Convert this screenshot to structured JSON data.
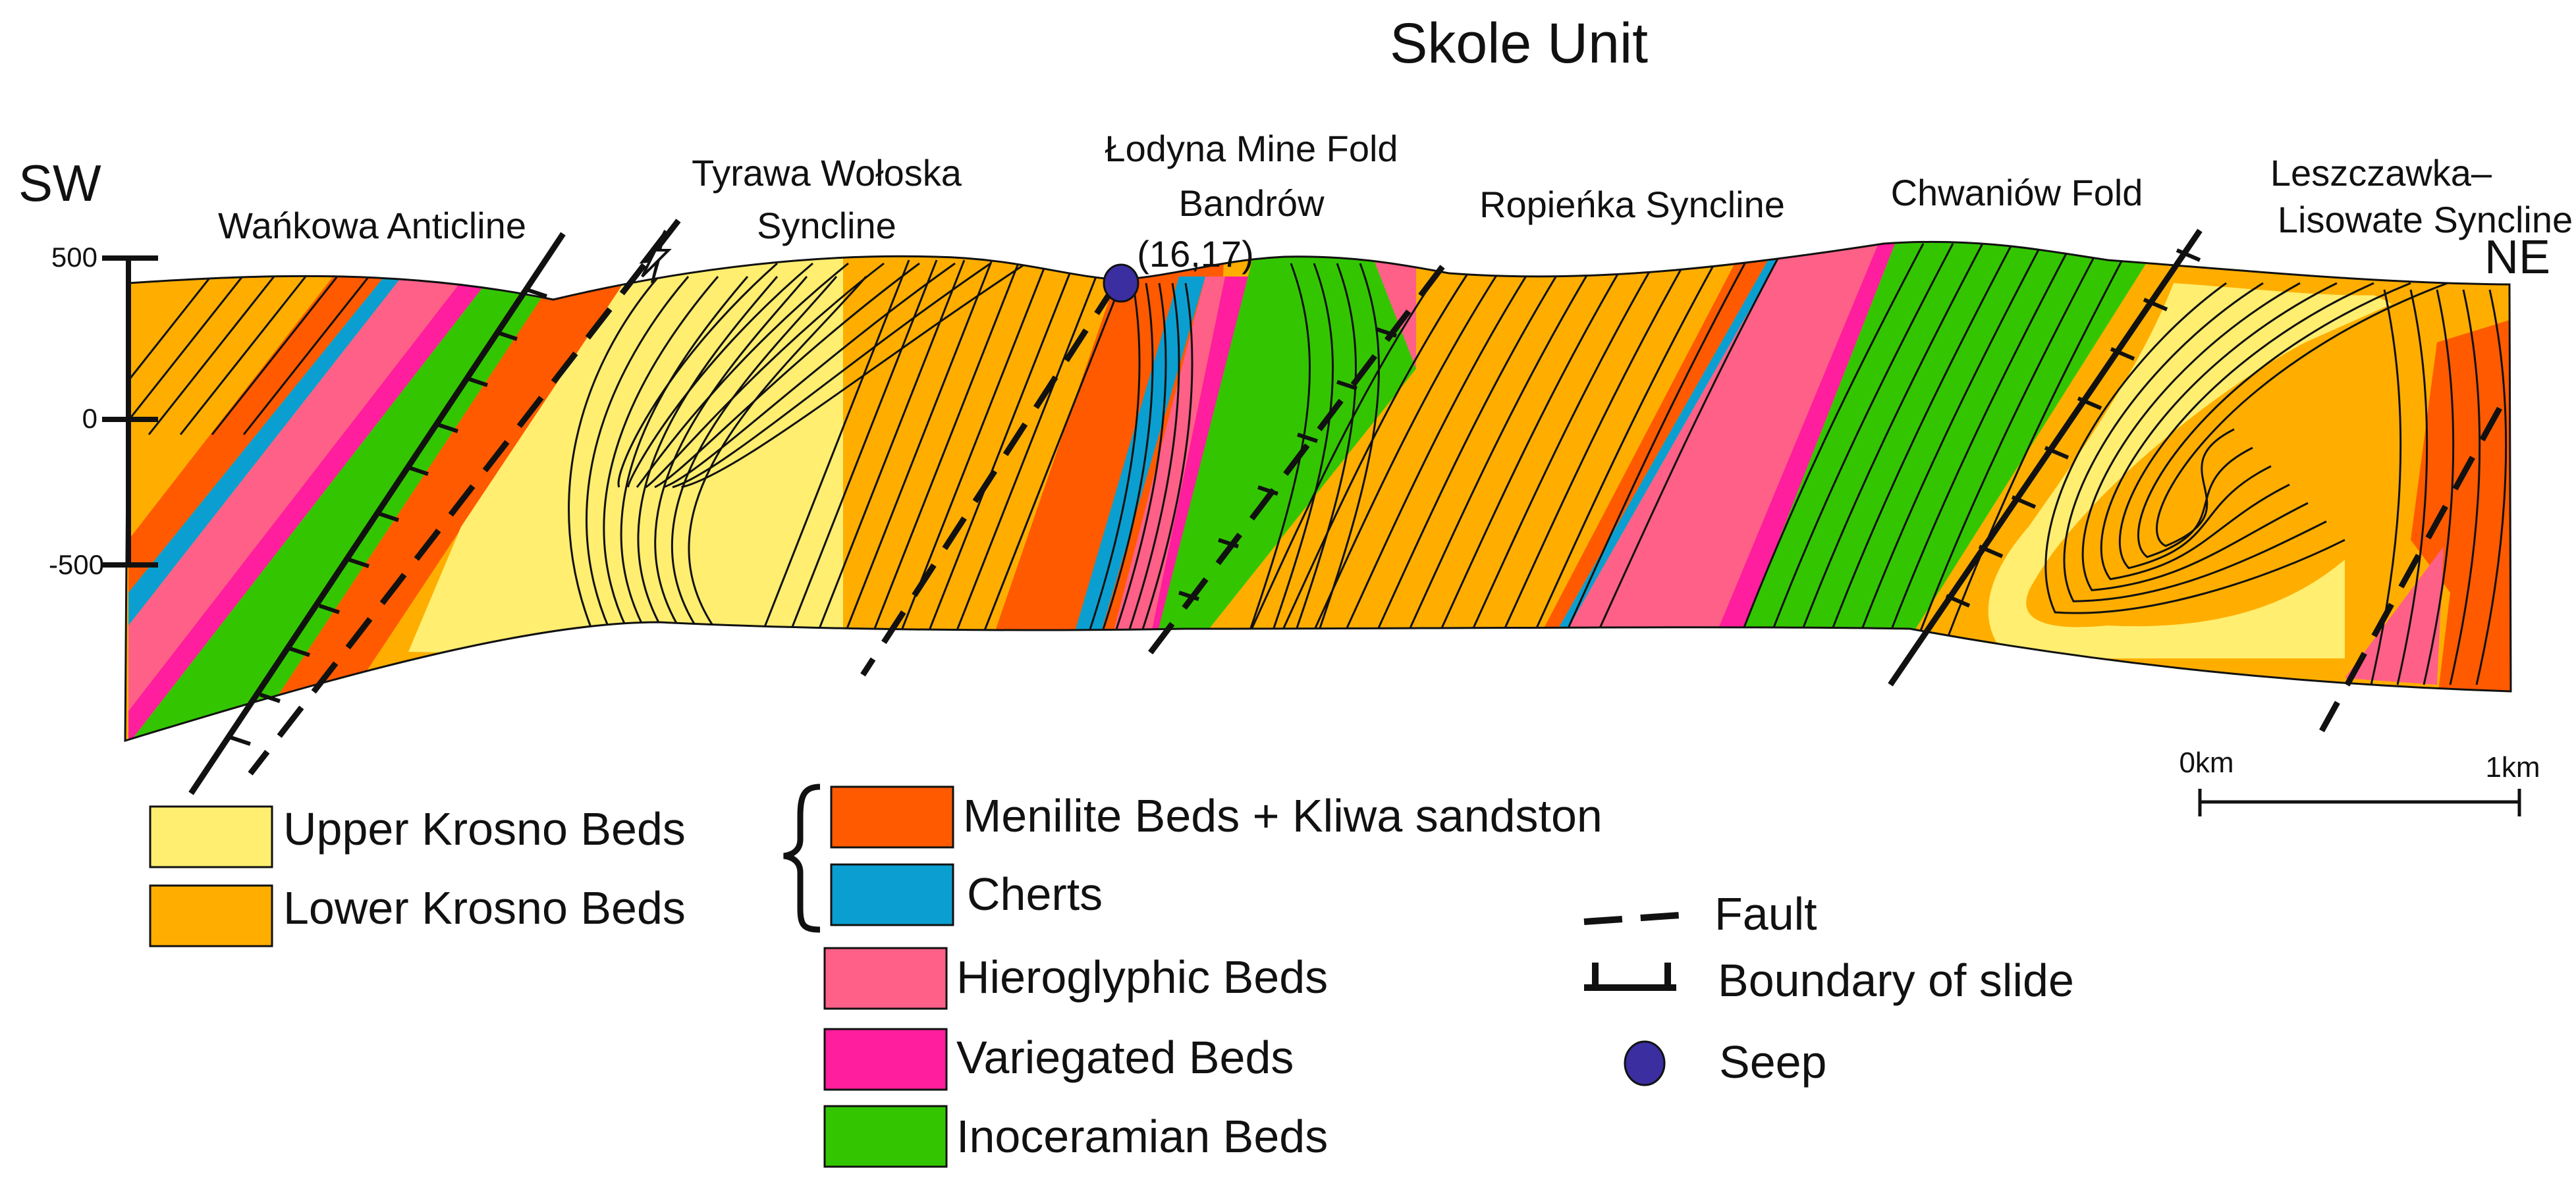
{
  "title": "Skole Unit",
  "orientation": {
    "left": "SW",
    "right": "NE"
  },
  "elevation_ticks": [
    "500",
    "0",
    "-500"
  ],
  "structures": {
    "wankowa": "Wańkowa Anticline",
    "tyrawa_1": "Tyrawa Wołoska",
    "tyrawa_2": "Syncline",
    "lodyna_1": "Łodyna Mine Fold",
    "lodyna_2": "Bandrów",
    "lodyna_3": "(16,17)",
    "ropienka": "Ropieńka Syncline",
    "chwaniow": "Chwaniów Fold",
    "leszczawka_1": "Leszczawka–",
    "leszczawka_2": "Lisowate Syncline"
  },
  "scale": {
    "start": "0km",
    "end": "1km"
  },
  "colors": {
    "upper_krosno": "#FFEE70",
    "lower_krosno": "#FFAE00",
    "menilite": "#FF5A00",
    "cherts": "#0A9FD0",
    "hieroglyphic": "#FF6088",
    "variegated": "#FF1E9E",
    "inoceramian": "#33C600",
    "seep": "#3A2EA0"
  },
  "legend": {
    "upper_krosno": "Upper Krosno Beds",
    "lower_krosno": "Lower Krosno Beds",
    "menilite": "Menilite Beds + Kliwa sandston",
    "cherts": "Cherts",
    "hieroglyphic": "Hieroglyphic  Beds",
    "variegated": "Variegated Beds",
    "inoceramian": "Inoceramian Beds",
    "fault": "Fault",
    "slide": "Boundary of slide",
    "seep": "Seep"
  }
}
